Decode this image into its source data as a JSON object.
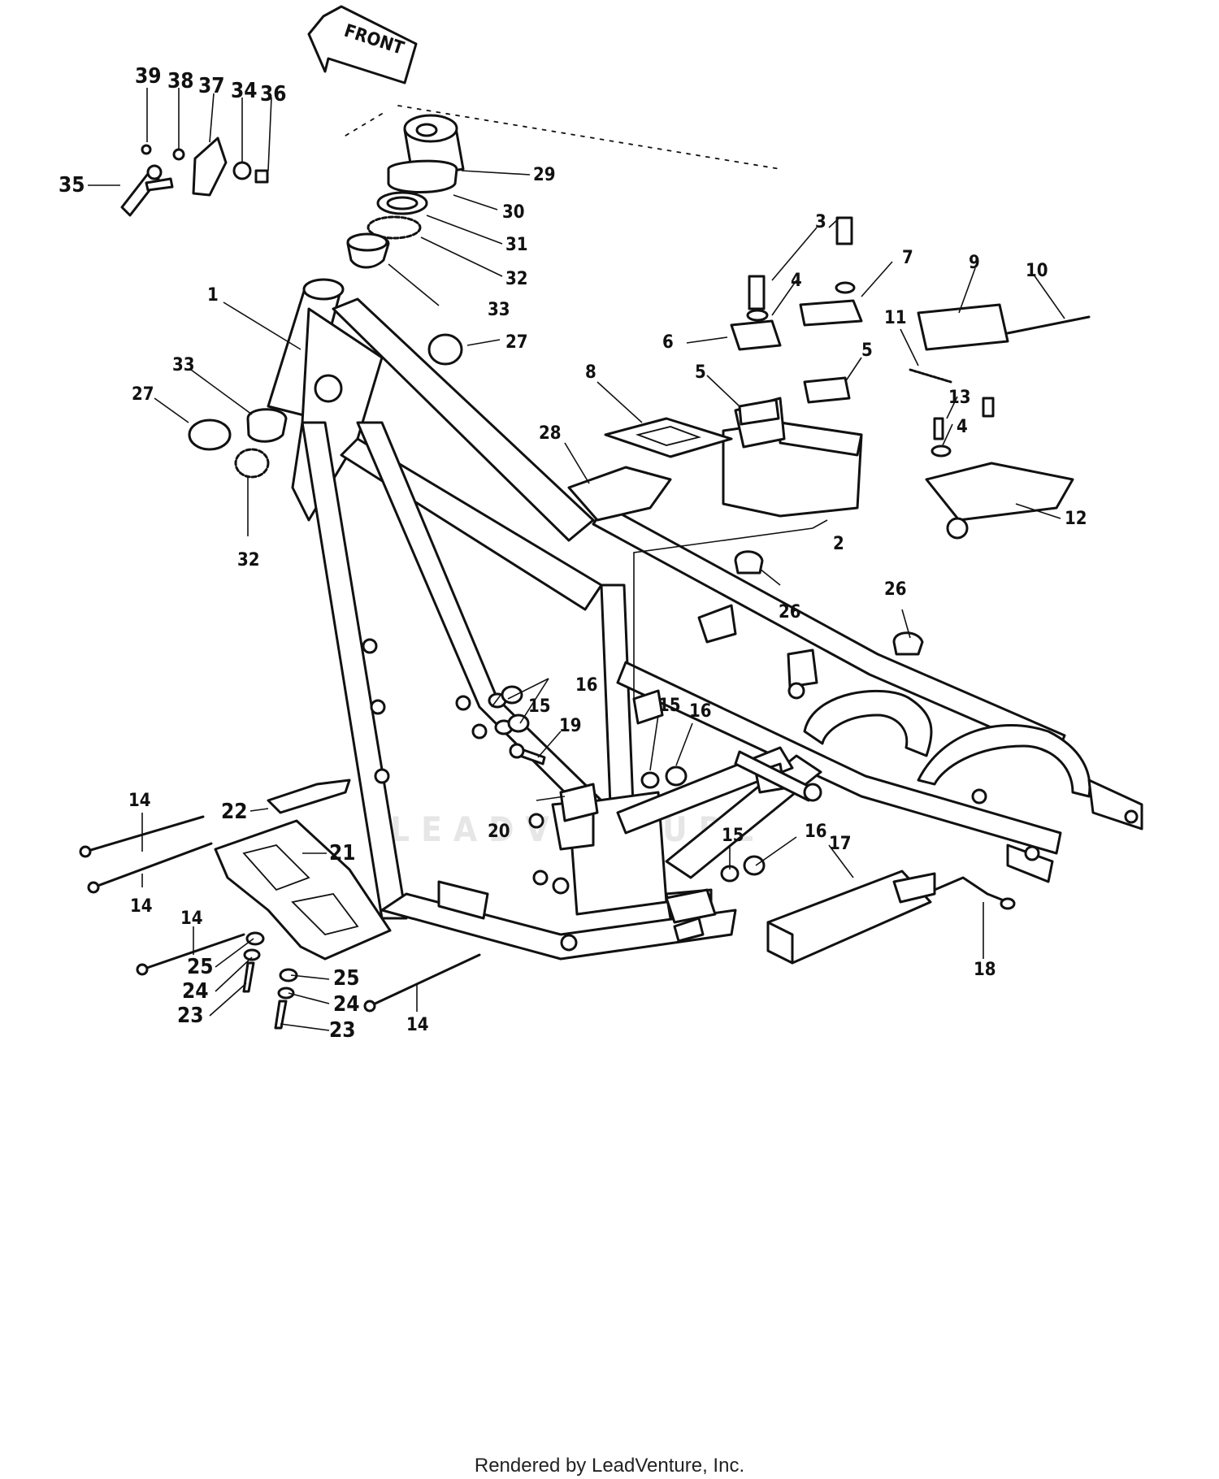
{
  "diagram": {
    "direction_arrow_label": "FRONT",
    "watermark_text": "LEADVENTURE",
    "callouts": [
      "1",
      "2",
      "3",
      "4",
      "5",
      "6",
      "7",
      "8",
      "9",
      "10",
      "11",
      "12",
      "13",
      "14",
      "15",
      "16",
      "17",
      "18",
      "19",
      "20",
      "21",
      "22",
      "23",
      "24",
      "25",
      "26",
      "27",
      "28",
      "29",
      "30",
      "31",
      "32",
      "33",
      "34",
      "35",
      "36",
      "37",
      "38",
      "39"
    ],
    "colors": {
      "ink": "#111111",
      "paper": "#ffffff"
    }
  },
  "footer": {
    "text": "Rendered by LeadVenture, Inc."
  }
}
